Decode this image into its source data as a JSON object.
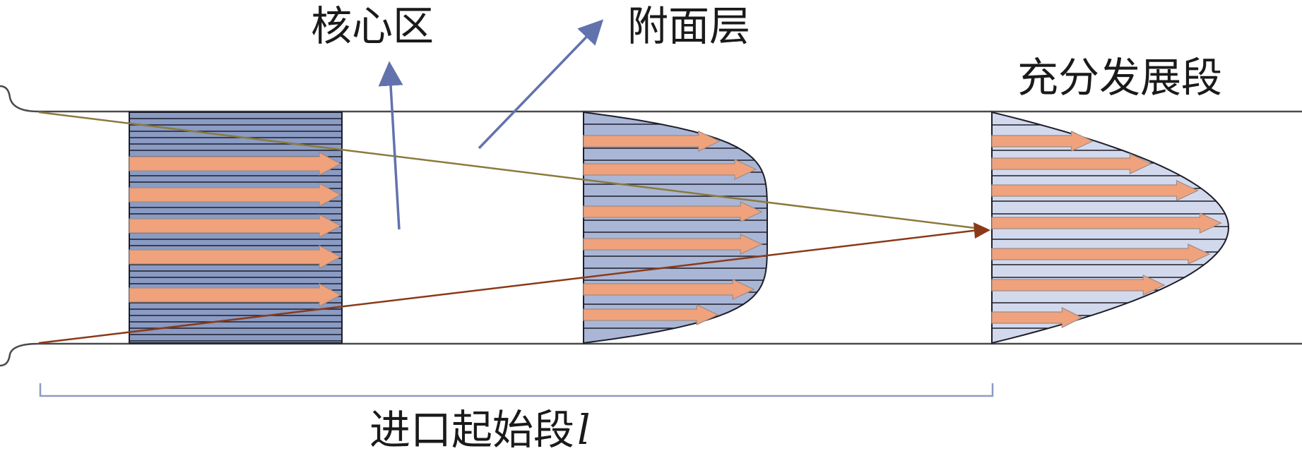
{
  "labels": {
    "core_zone": "核心区",
    "boundary_layer": "附面层",
    "fully_developed": "充分发展段",
    "entrance_section": "进口起始段",
    "entrance_symbol": "l"
  },
  "colors": {
    "pipe_wall": "#4a4a4a",
    "uniform_fill": "#8a9bc4",
    "mid_profile_fill": "#aab6d6",
    "developed_profile_fill": "#d3d9ec",
    "stripe_line": "#1e1e2a",
    "flow_arrow_fill": "#f0a27c",
    "flow_arrow_edge": "#9c8c86",
    "boundary_top_line": "#8a7a3c",
    "boundary_bottom_line": "#8a3a18",
    "pointer_arrow": "#6272ad",
    "bracket": "#8d9ac3"
  }
}
